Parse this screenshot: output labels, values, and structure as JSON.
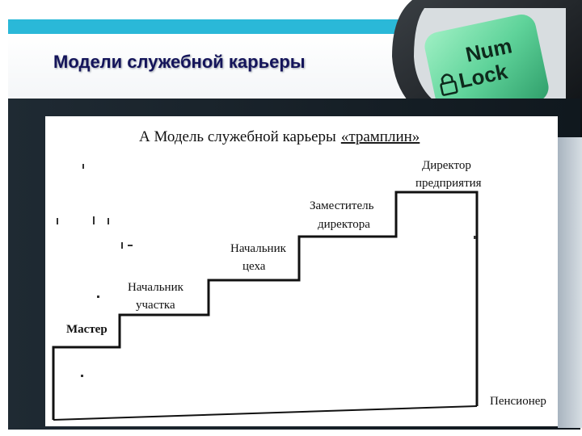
{
  "slide": {
    "title": "Модели служебной карьеры"
  },
  "keycap": {
    "line1": "Num",
    "line2": "Lock",
    "accent_color": "#5fd39a"
  },
  "diagram": {
    "caption_prefix": "А  Модель служебной карьеры",
    "caption_emphasis": "«трамплин»",
    "steps": [
      {
        "line1": "Мастер",
        "line2": ""
      },
      {
        "line1": "Начальник",
        "line2": "участка"
      },
      {
        "line1": "Начальник",
        "line2": "цеха"
      },
      {
        "line1": "Заместитель",
        "line2": "директора"
      },
      {
        "line1": "Директор",
        "line2": "предприятия"
      }
    ],
    "end_label": "Пенсионер"
  },
  "colors": {
    "title_text": "#14145a",
    "accent_bar": "#2ab8d8"
  }
}
